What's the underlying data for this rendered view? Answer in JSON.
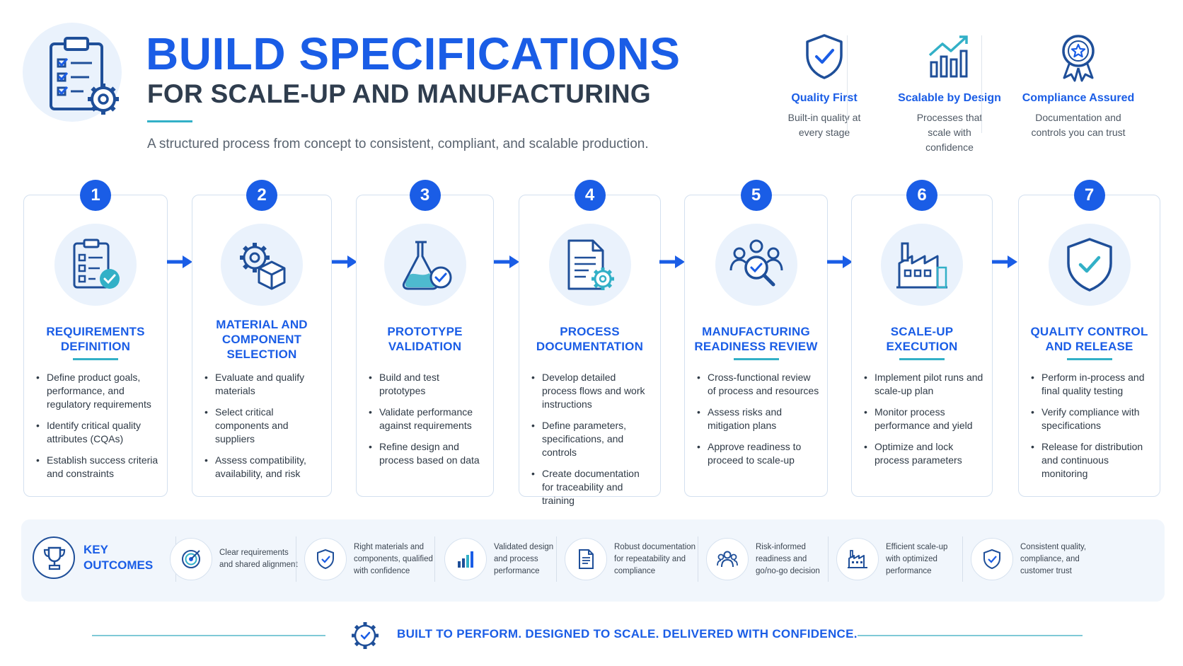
{
  "header": {
    "title": "BUILD SPECIFICATIONS",
    "subtitle": "FOR SCALE-UP AND MANUFACTURING",
    "tagline": "A structured process from concept to consistent, compliant, and scalable production."
  },
  "badges": [
    {
      "title": "Quality First",
      "desc": "Built-in quality at every stage",
      "icon": "shield-check-icon"
    },
    {
      "title": "Scalable by Design",
      "desc": "Processes that scale with confidence",
      "icon": "growth-chart-icon"
    },
    {
      "title": "Compliance Assured",
      "desc": "Documentation and controls you can trust",
      "icon": "award-ribbon-icon"
    }
  ],
  "steps": [
    {
      "number": "1",
      "title": "REQUIREMENTS DEFINITION",
      "icon": "clipboard-check-icon",
      "bullets": [
        "Define product goals, performance, and regulatory requirements",
        "Identify critical quality attributes (CQAs)",
        "Establish success criteria and constraints"
      ]
    },
    {
      "number": "2",
      "title": "MATERIAL AND COMPONENT SELECTION",
      "icon": "gear-cube-icon",
      "bullets": [
        "Evaluate and qualify materials",
        "Select critical components and suppliers",
        "Assess compatibility, availability, and risk"
      ]
    },
    {
      "number": "3",
      "title": "PROTOTYPE VALIDATION",
      "icon": "flask-check-icon",
      "bullets": [
        "Build and test prototypes",
        "Validate performance against requirements",
        "Refine design and process based on data"
      ]
    },
    {
      "number": "4",
      "title": "PROCESS DOCUMENTATION",
      "icon": "document-gear-icon",
      "bullets": [
        "Develop detailed process flows and work instructions",
        "Define parameters, specifications, and controls",
        "Create documentation for traceability and training"
      ]
    },
    {
      "number": "5",
      "title": "MANUFACTURING READINESS REVIEW",
      "icon": "team-review-icon",
      "bullets": [
        "Cross-functional review of process and resources",
        "Assess risks and mitigation plans",
        "Approve readiness to proceed to scale-up"
      ]
    },
    {
      "number": "6",
      "title": "SCALE-UP EXECUTION",
      "icon": "factory-icon",
      "bullets": [
        "Implement pilot runs and scale-up plan",
        "Monitor process performance and yield",
        "Optimize and lock process parameters"
      ]
    },
    {
      "number": "7",
      "title": "QUALITY CONTROL AND RELEASE",
      "icon": "shield-check-icon",
      "bullets": [
        "Perform in-process and final quality testing",
        "Verify compliance with specifications",
        "Release for distribution and continuous monitoring"
      ]
    }
  ],
  "outcomes": {
    "label": "KEY OUTCOMES",
    "items": [
      {
        "text": "Clear requirements and shared alignment",
        "icon": "target-icon"
      },
      {
        "text": "Right materials and components, qualified with confidence",
        "icon": "shield-check-icon"
      },
      {
        "text": "Validated design and process performance",
        "icon": "bar-chart-icon"
      },
      {
        "text": "Robust documentation for repeatability and compliance",
        "icon": "document-icon"
      },
      {
        "text": "Risk-informed readiness and go/no-go decision",
        "icon": "team-icon"
      },
      {
        "text": "Efficient scale-up with optimized performance",
        "icon": "factory-icon"
      },
      {
        "text": "Consistent quality, compliance, and customer trust",
        "icon": "shield-check-icon"
      }
    ]
  },
  "footer": {
    "text": "BUILT TO PERFORM. DESIGNED TO SCALE. DELIVERED WITH CONFIDENCE."
  },
  "colors": {
    "primary": "#1a5de6",
    "accent": "#32b0c7",
    "dark": "#1f4f99",
    "text": "#2f3a46"
  }
}
